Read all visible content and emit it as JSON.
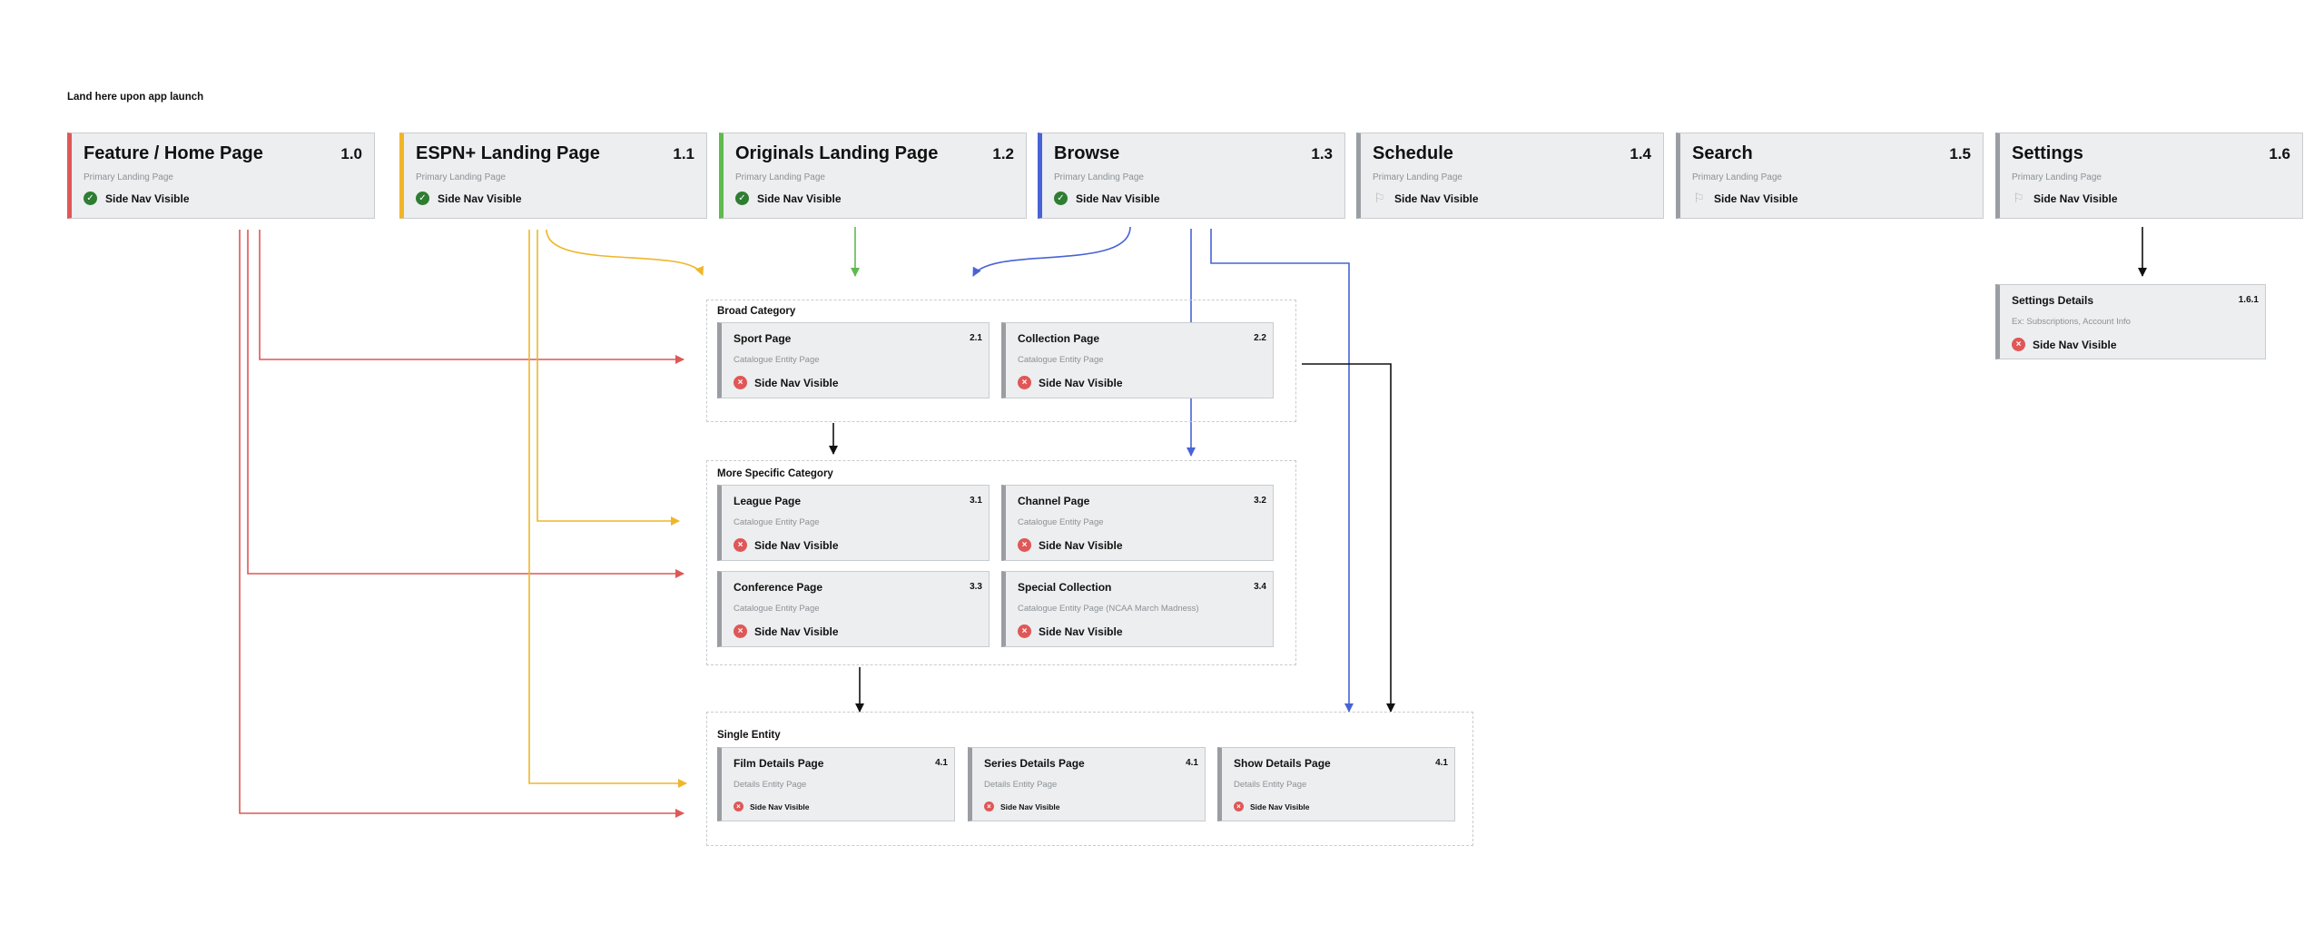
{
  "launch_note": "Land here upon app launch",
  "colors": {
    "red": "#e05757",
    "yellow": "#f0b529",
    "green": "#5fba4f",
    "blue": "#4763d6",
    "gray": "#9a9ea3",
    "black": "#111111",
    "check": "#2f7d32"
  },
  "top_pages": [
    {
      "title": "Feature / Home Page",
      "num": "1.0",
      "sub": "Primary Landing Page",
      "nav": "Side Nav Visible",
      "icon": "check-icon"
    },
    {
      "title": "ESPN+ Landing Page",
      "num": "1.1",
      "sub": "Primary Landing Page",
      "nav": "Side Nav Visible",
      "icon": "check-icon"
    },
    {
      "title": "Originals Landing Page",
      "num": "1.2",
      "sub": "Primary Landing Page",
      "nav": "Side Nav Visible",
      "icon": "check-icon"
    },
    {
      "title": "Browse",
      "num": "1.3",
      "sub": "Primary Landing Page",
      "nav": "Side Nav Visible",
      "icon": "check-icon"
    },
    {
      "title": "Schedule",
      "num": "1.4",
      "sub": "Primary Landing Page",
      "nav": "Side Nav Visible",
      "icon": "flag-icon"
    },
    {
      "title": "Search",
      "num": "1.5",
      "sub": "Primary Landing Page",
      "nav": "Side Nav Visible",
      "icon": "flag-icon"
    },
    {
      "title": "Settings",
      "num": "1.6",
      "sub": "Primary Landing Page",
      "nav": "Side Nav Visible",
      "icon": "flag-icon"
    }
  ],
  "groups": {
    "broad": {
      "label": "Broad Category",
      "cards": [
        {
          "title": "Sport Page",
          "num": "2.1",
          "sub": "Catalogue Entity Page",
          "nav": "Side Nav Visible"
        },
        {
          "title": "Collection Page",
          "num": "2.2",
          "sub": "Catalogue Entity Page",
          "nav": "Side Nav Visible"
        }
      ]
    },
    "specific": {
      "label": "More Specific Category",
      "cards": [
        {
          "title": "League Page",
          "num": "3.1",
          "sub": "Catalogue Entity Page",
          "nav": "Side Nav Visible"
        },
        {
          "title": "Channel Page",
          "num": "3.2",
          "sub": "Catalogue Entity Page",
          "nav": "Side Nav Visible"
        },
        {
          "title": "Conference Page",
          "num": "3.3",
          "sub": "Catalogue Entity Page",
          "nav": "Side Nav Visible"
        },
        {
          "title": "Special Collection",
          "num": "3.4",
          "sub": "Catalogue Entity Page (NCAA March Madness)",
          "nav": "Side Nav Visible"
        }
      ]
    },
    "single": {
      "label": "Single Entity",
      "cards": [
        {
          "title": "Film Details Page",
          "num": "4.1",
          "sub": "Details Entity Page",
          "nav": "Side Nav Visible"
        },
        {
          "title": "Series Details Page",
          "num": "4.1",
          "sub": "Details Entity Page",
          "nav": "Side Nav Visible"
        },
        {
          "title": "Show Details Page",
          "num": "4.1",
          "sub": "Details Entity Page",
          "nav": "Side Nav Visible"
        }
      ]
    }
  },
  "settings_details": {
    "title": "Settings Details",
    "num": "1.6.1",
    "sub": "Ex: Subscriptions, Account Info",
    "nav": "Side Nav Visible"
  }
}
